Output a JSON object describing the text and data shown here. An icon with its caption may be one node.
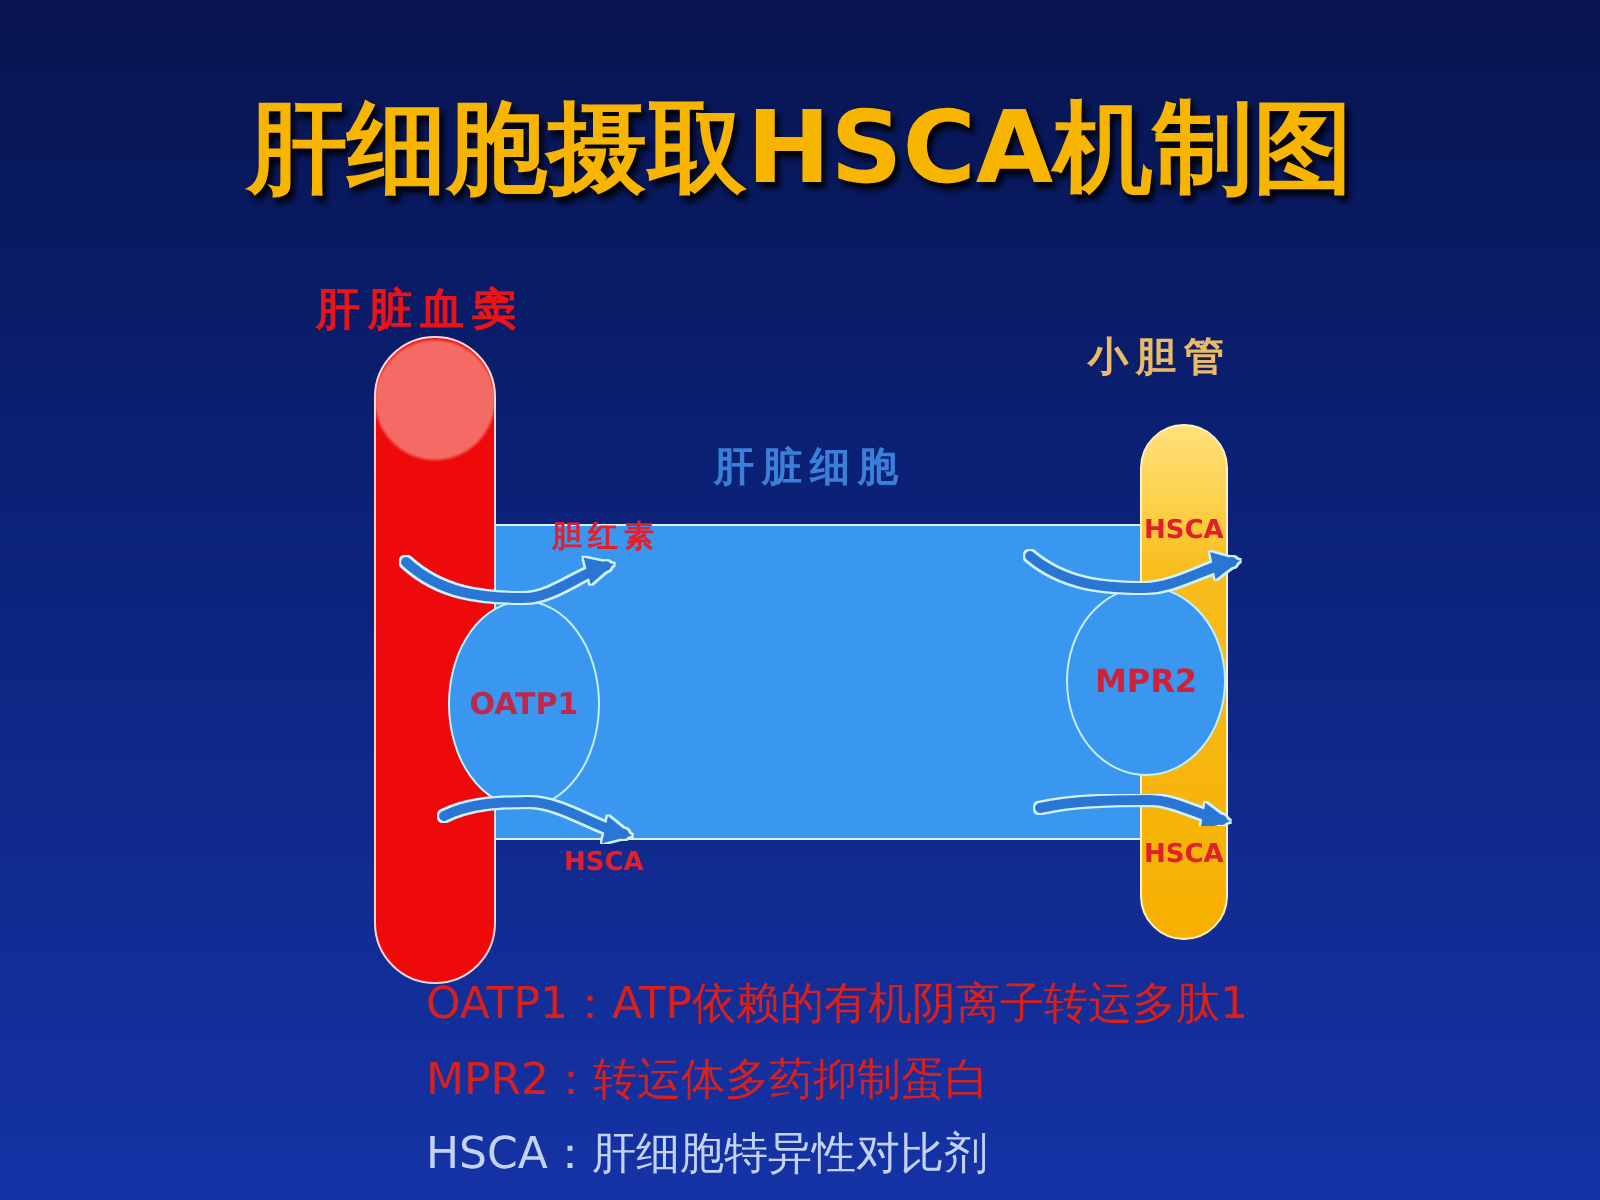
{
  "diagram": {
    "title": "肝细胞摄取HSCA机制图",
    "nodes": [
      {
        "text": [
          "肝脏血窦"
        ]
      },
      {
        "text": [
          "小胆管"
        ]
      },
      {
        "text": [
          "肝脏细胞"
        ]
      },
      {
        "text": [
          "OATP1"
        ]
      },
      {
        "text": [
          "MPR2"
        ]
      }
    ],
    "edges": [
      {
        "from": 0,
        "to": 2,
        "arrow": "to",
        "label": "胆红素"
      },
      {
        "from": 2,
        "to": 1,
        "arrow": "to",
        "label": "HSCA"
      },
      {
        "from": 0,
        "to": 2,
        "arrow": "to",
        "label": "HSCA"
      },
      {
        "from": 2,
        "to": 1,
        "arrow": "to",
        "label": "HSCA"
      }
    ],
    "labels": [
      "OATP1：ATP依赖的有机阴离子转运多肽1",
      "MPR2：转运体多药抑制蛋白",
      "HSCA：肝细胞特异性对比剂"
    ]
  }
}
